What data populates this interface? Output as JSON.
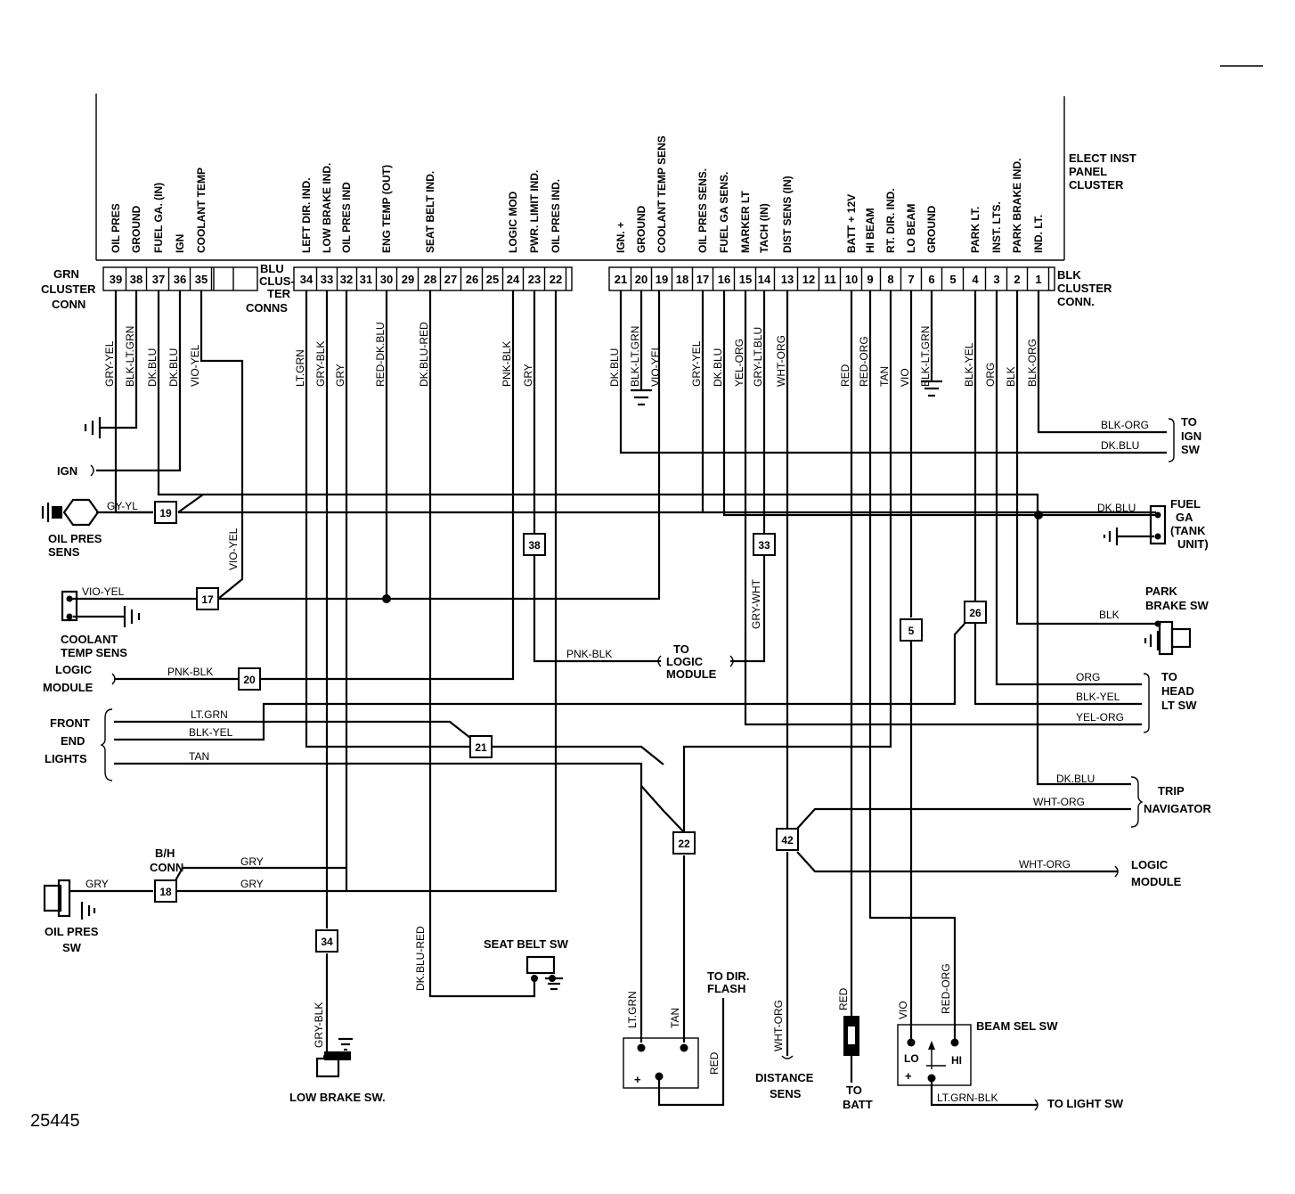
{
  "cluster": {
    "title": [
      "ELECT INST",
      "PANEL",
      "CLUSTER"
    ],
    "left_connector": [
      "GRN",
      "CLUSTER",
      "CONN"
    ],
    "right_connector": [
      "BLK",
      "CLUSTER",
      "CONN."
    ],
    "blue_connector": [
      "BLU",
      "CLUS-",
      "TER",
      "CONNS"
    ],
    "left_pins": [
      {
        "pin": "39",
        "function": "OIL PRES",
        "wire": "GRY-YEL"
      },
      {
        "pin": "38",
        "function": "GROUND",
        "wire": "BLK-LT.GRN"
      },
      {
        "pin": "37",
        "function": "FUEL GA. (IN)",
        "wire": "DK.BLU"
      },
      {
        "pin": "36",
        "function": "IGN",
        "wire": "DK.BLU"
      },
      {
        "pin": "35",
        "function": "COOLANT TEMP",
        "wire": "VIO-YEL"
      }
    ],
    "blue_pins": [
      {
        "pin": "34",
        "function": "LEFT DIR. IND.",
        "wire": "LT.GRN"
      },
      {
        "pin": "33",
        "function": "LOW BRAKE IND.",
        "wire": "GRY-BLK"
      },
      {
        "pin": "32",
        "function": "OIL PRES IND",
        "wire": "GRY"
      },
      {
        "pin": "31",
        "function": "",
        "wire": ""
      },
      {
        "pin": "30",
        "function": "ENG TEMP (OUT)",
        "wire": "RED-DK.BLU"
      },
      {
        "pin": "29",
        "function": "",
        "wire": ""
      },
      {
        "pin": "28",
        "function": "SEAT BELT IND.",
        "wire": "DK.BLU-RED"
      },
      {
        "pin": "27",
        "function": "",
        "wire": ""
      },
      {
        "pin": "26",
        "function": "",
        "wire": ""
      },
      {
        "pin": "25",
        "function": "",
        "wire": ""
      },
      {
        "pin": "24",
        "function": "LOGIC MOD",
        "wire": "PNK-BLK"
      },
      {
        "pin": "23",
        "function": "PWR. LIMIT IND.",
        "wire": "GRY"
      },
      {
        "pin": "22",
        "function": "OIL PRES IND.",
        "wire": ""
      }
    ],
    "right_pins": [
      {
        "pin": "21",
        "function": "IGN. +",
        "wire": "DK.BLU"
      },
      {
        "pin": "20",
        "function": "GROUND",
        "wire": "BLK-LT.GRN"
      },
      {
        "pin": "19",
        "function": "COOLANT TEMP SENS",
        "wire": "VIO-YEL"
      },
      {
        "pin": "18",
        "function": "",
        "wire": ""
      },
      {
        "pin": "17",
        "function": "OIL PRES SENS.",
        "wire": "GRY-YEL"
      },
      {
        "pin": "16",
        "function": "FUEL GA SENS.",
        "wire": "DK.BLU"
      },
      {
        "pin": "15",
        "function": "MARKER LT",
        "wire": "YEL-ORG"
      },
      {
        "pin": "14",
        "function": "TACH (IN)",
        "wire": "GRY-LT.BLU"
      },
      {
        "pin": "13",
        "function": "DIST  SENS (IN)",
        "wire": "WHT-ORG"
      },
      {
        "pin": "12",
        "function": "",
        "wire": ""
      },
      {
        "pin": "11",
        "function": "",
        "wire": ""
      },
      {
        "pin": "10",
        "function": "BATT + 12V",
        "wire": "RED"
      },
      {
        "pin": "9",
        "function": "HI BEAM",
        "wire": "RED-ORG"
      },
      {
        "pin": "8",
        "function": "RT. DIR. IND.",
        "wire": "TAN"
      },
      {
        "pin": "7",
        "function": "LO BEAM",
        "wire": "VIO"
      },
      {
        "pin": "6",
        "function": "GROUND",
        "wire": "BLK-LT.GRN"
      },
      {
        "pin": "5",
        "function": "",
        "wire": ""
      },
      {
        "pin": "4",
        "function": "PARK LT.",
        "wire": "BLK-YEL"
      },
      {
        "pin": "3",
        "function": "INST. LTS.",
        "wire": "ORG"
      },
      {
        "pin": "2",
        "function": "PARK BRAKE IND.",
        "wire": "BLK"
      },
      {
        "pin": "1",
        "function": "IND. LT.",
        "wire": "BLK-ORG"
      }
    ]
  },
  "components": {
    "ign": "IGN",
    "oil_pres_sens": [
      "OIL PRES",
      "SENS"
    ],
    "coolant_temp_sens": [
      "COOLANT",
      "TEMP SENS"
    ],
    "logic_module_left": [
      "LOGIC",
      "MODULE"
    ],
    "front_end_lights": [
      "FRONT",
      "END",
      "LIGHTS"
    ],
    "bh_conn": [
      "B/H",
      "CONN"
    ],
    "oil_pres_sw": [
      "OIL PRES",
      "SW"
    ],
    "low_brake_sw": "LOW BRAKE SW.",
    "seat_belt_sw": "SEAT BELT SW",
    "to_dir_flash": [
      "TO DIR.",
      "FLASH"
    ],
    "distance_sens": [
      "DISTANCE",
      "SENS"
    ],
    "to_batt": [
      "TO",
      "BATT"
    ],
    "beam_sel_sw": "BEAM SEL SW",
    "beam_lo": "LO",
    "beam_hi": "HI",
    "to_light_sw": "TO LIGHT SW",
    "to_logic_module_mid": [
      "TO",
      "LOGIC",
      "MODULE"
    ],
    "to_ign_sw": [
      "TO",
      "IGN",
      "SW"
    ],
    "fuel_ga": [
      "FUEL",
      "GA",
      "(TANK",
      "UNIT)"
    ],
    "park_brake_sw": [
      "PARK",
      "BRAKE SW"
    ],
    "to_head_lt_sw": [
      "TO",
      "HEAD",
      "LT SW"
    ],
    "trip_navigator": [
      "TRIP",
      "NAVIGATOR"
    ],
    "logic_module_right": [
      "LOGIC",
      "MODULE"
    ],
    "plus": "+"
  },
  "wire_labels": {
    "gry_yl": "GY-YL",
    "vio_yel": "VIO-YEL",
    "pnk_blk": "PNK-BLK",
    "lt_grn": "LT.GRN",
    "blk_yel": "BLK-YEL",
    "tan": "TAN",
    "gry": "GRY",
    "gry_wht": "GRY-WHT",
    "blk_org": "BLK-ORG",
    "dk_blu": "DK.BLU",
    "blk": "BLK",
    "org": "ORG",
    "yel_org": "YEL-ORG",
    "wht_org": "WHT-ORG",
    "dk_blu_red": "DK.BLU-RED",
    "gry_blk": "GRY-BLK",
    "red": "RED",
    "vio": "VIO",
    "red_org": "RED-ORG",
    "lt_grn_blk": "LT.GRN-BLK"
  },
  "splices": [
    "19",
    "38",
    "33",
    "17",
    "20",
    "26",
    "5",
    "21",
    "22",
    "42",
    "18",
    "34"
  ],
  "figure_number": "25445"
}
